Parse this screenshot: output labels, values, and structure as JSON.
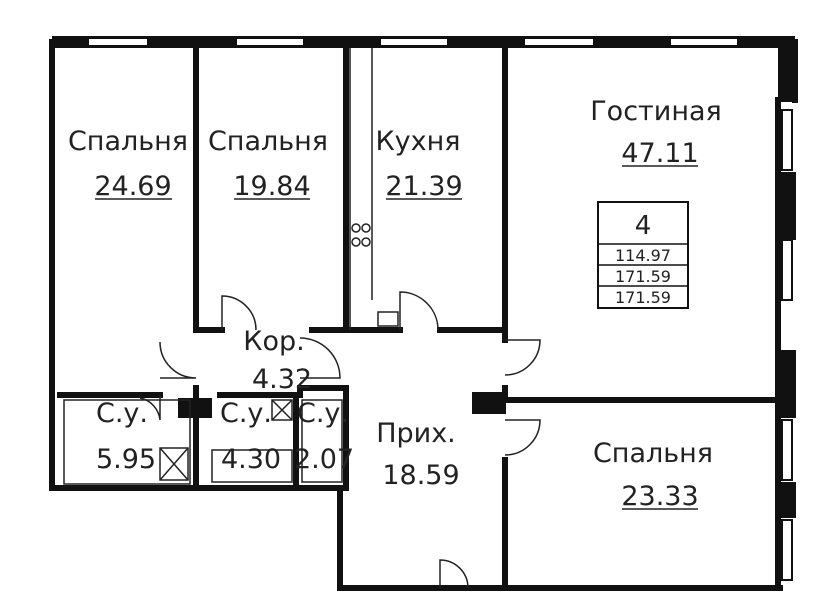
{
  "rooms": [
    {
      "id": "bedroom-1",
      "name": "Спальня",
      "area": "24.69"
    },
    {
      "id": "bedroom-2",
      "name": "Спальня",
      "area": "19.84"
    },
    {
      "id": "kitchen",
      "name": "Кухня",
      "area": "21.39"
    },
    {
      "id": "living",
      "name": "Гостиная",
      "area": "47.11"
    },
    {
      "id": "corridor",
      "name": "Кор.",
      "area": "4.32"
    },
    {
      "id": "bath-1",
      "name": "С.у.",
      "area": "5.95"
    },
    {
      "id": "bath-2",
      "name": "С.у.",
      "area": "4.30"
    },
    {
      "id": "bath-3",
      "name": "С.у.",
      "area": "2.07"
    },
    {
      "id": "hall",
      "name": "Прих.",
      "area": "18.59"
    },
    {
      "id": "bedroom-3",
      "name": "Спальня",
      "area": "23.33"
    }
  ],
  "summary": {
    "rooms_count": "4",
    "living_area": "114.97",
    "total_area": "171.59",
    "total_area_2": "171.59"
  }
}
